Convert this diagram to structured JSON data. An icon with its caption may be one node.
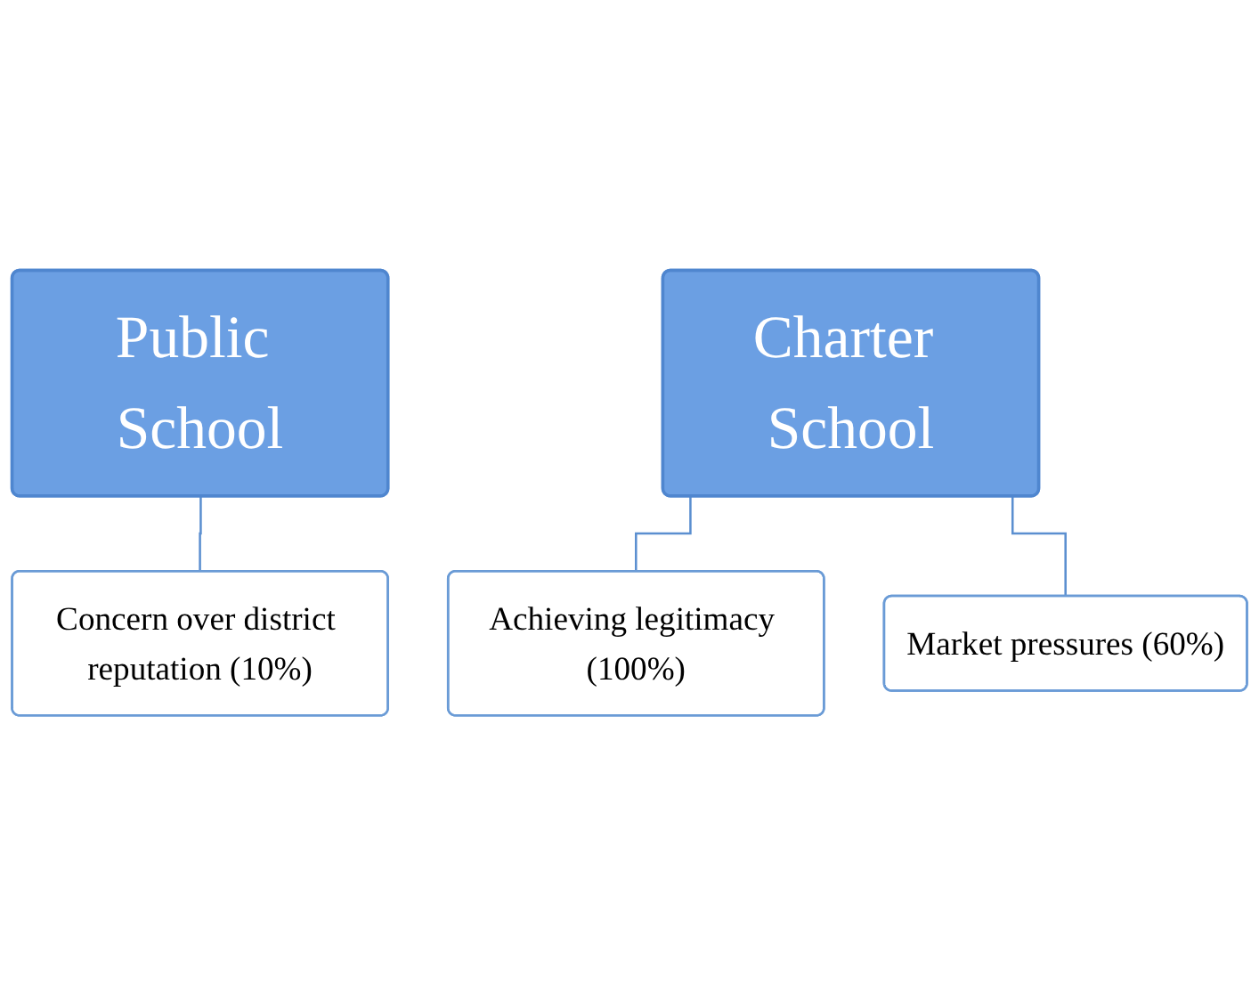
{
  "diagram": {
    "nodes": [
      {
        "text": [
          "Public School"
        ]
      },
      {
        "text": [
          "Concern over district reputation (10%)"
        ]
      },
      {
        "text": [
          "Charter School"
        ]
      },
      {
        "text": [
          "Achieving legitimacy (100%)"
        ]
      },
      {
        "text": [
          "Market pressures (60%)"
        ]
      }
    ],
    "edges": [
      {
        "from": 0,
        "to": 1,
        "arrow": "none"
      },
      {
        "from": 2,
        "to": 3,
        "arrow": "none"
      },
      {
        "from": 2,
        "to": 4,
        "arrow": "none"
      }
    ]
  }
}
